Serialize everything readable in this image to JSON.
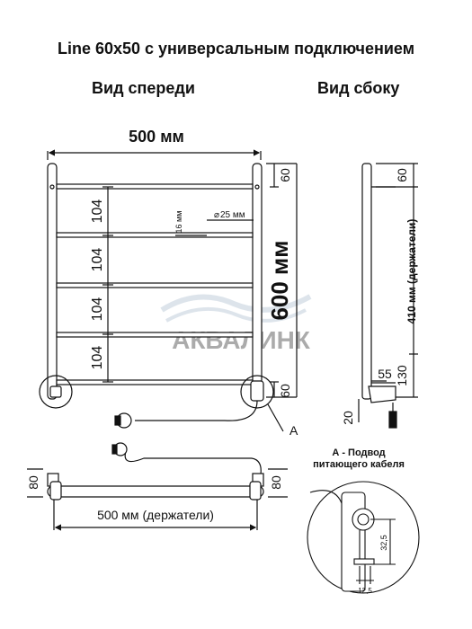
{
  "header": {
    "title": "Line 60x50 с универсальным подключением",
    "front_view": "Вид спереди",
    "side_view": "Вид сбоку"
  },
  "front": {
    "width": "500 мм",
    "height": "600 мм",
    "top_offset": "60",
    "bottom_offset": "60",
    "spacing": [
      "104",
      "104",
      "104",
      "104"
    ],
    "tube_small": "16 мм",
    "tube_large": "25 мм"
  },
  "side": {
    "top_offset": "60",
    "holders": "410 мм (держатели)",
    "bottom_offset": "130",
    "depth": "55",
    "low": "20"
  },
  "bottom_view": {
    "width": "500 мм (держатели)",
    "left_depth": "80",
    "right_depth": "80"
  },
  "callout": {
    "marker": "A",
    "caption_line1": "А - Подвод",
    "caption_line2": "питающего кабеля",
    "height": "32,5",
    "width": "12,5"
  },
  "watermark": "АКВАЛИНК"
}
